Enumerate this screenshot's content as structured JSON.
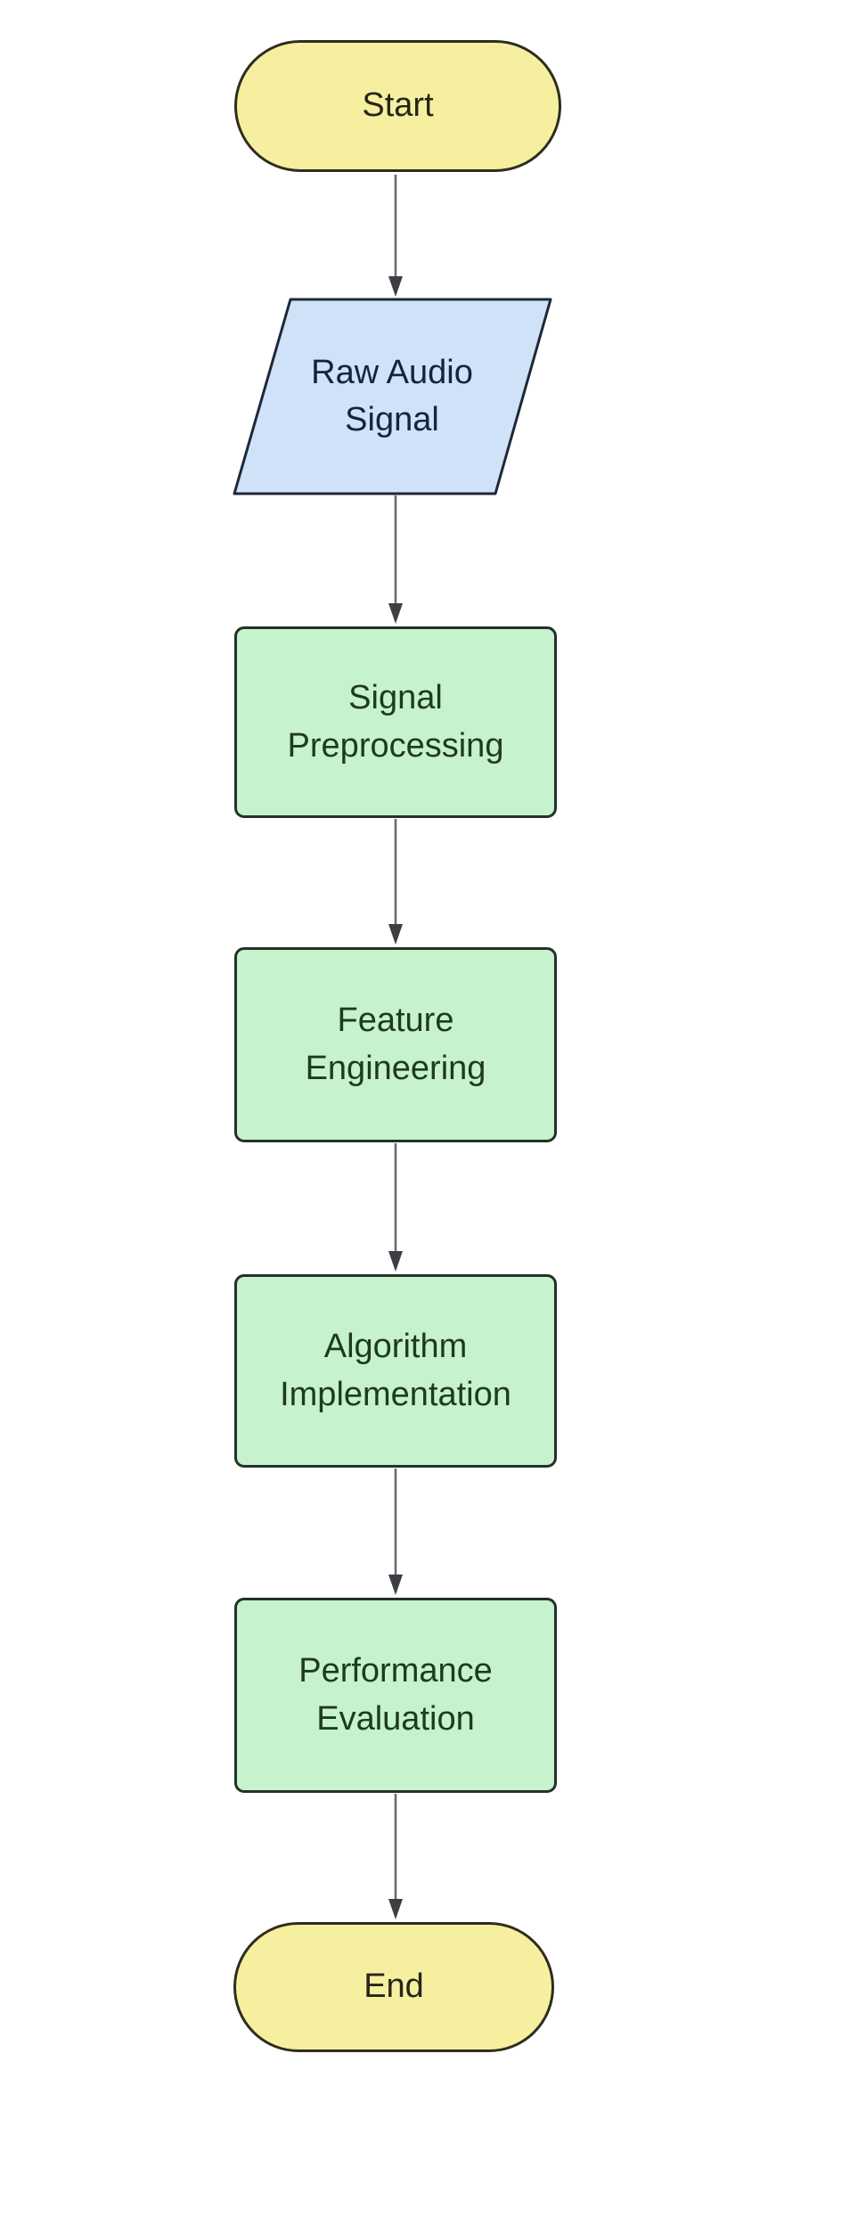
{
  "diagram": {
    "type": "flowchart",
    "orientation": "top-to-bottom",
    "nodes": {
      "start": {
        "label": "Start",
        "shape": "terminal"
      },
      "raw_audio_signal": {
        "label": "Raw Audio\nSignal",
        "shape": "io-parallelogram"
      },
      "signal_preprocessing": {
        "label": "Signal\nPreprocessing",
        "shape": "process"
      },
      "feature_engineering": {
        "label": "Feature\nEngineering",
        "shape": "process"
      },
      "algorithm_implementation": {
        "label": "Algorithm\nImplementation",
        "shape": "process"
      },
      "performance_evaluation": {
        "label": "Performance\nEvaluation",
        "shape": "process"
      },
      "end": {
        "label": "End",
        "shape": "terminal"
      }
    },
    "edges": [
      {
        "from": "start",
        "to": "raw_audio_signal"
      },
      {
        "from": "raw_audio_signal",
        "to": "signal_preprocessing"
      },
      {
        "from": "signal_preprocessing",
        "to": "feature_engineering"
      },
      {
        "from": "feature_engineering",
        "to": "algorithm_implementation"
      },
      {
        "from": "algorithm_implementation",
        "to": "performance_evaluation"
      },
      {
        "from": "performance_evaluation",
        "to": "end"
      }
    ]
  },
  "colors": {
    "page_bg": "#ffffff",
    "terminal_fill": "#f6efa0",
    "terminal_border": "#2e2d1e",
    "terminal_text": "#26251a",
    "io_fill": "#cfe2f8",
    "io_border": "#1f2838",
    "io_text": "#17233c",
    "process_fill": "#c6f2cd",
    "process_border": "#233126",
    "process_text": "#1e3a21",
    "arrow_line": "#6a6d6e",
    "arrow_head": "#3c4044"
  }
}
